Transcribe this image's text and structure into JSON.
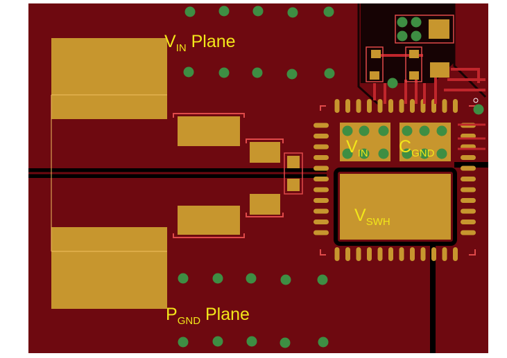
{
  "colors": {
    "board": "#6e0910",
    "copper": "#c7962e",
    "via": "#3e8e43",
    "trace": "#c0262c",
    "silk": "#e04a4a",
    "outline": "#f0c060",
    "gap": "#000000",
    "label": "#f2e61a"
  },
  "labels": {
    "vin_plane": {
      "main": "V",
      "sub": "IN",
      "suffix": " Plane"
    },
    "pgnd_plane": {
      "main": "P",
      "sub": "GND",
      "suffix": " Plane"
    },
    "vin_pad": {
      "main": "V",
      "sub": "IN"
    },
    "cgnd_pad": {
      "main": "C",
      "sub": "GND"
    },
    "vswh_pad": {
      "main": "V",
      "sub": "SWH"
    }
  }
}
